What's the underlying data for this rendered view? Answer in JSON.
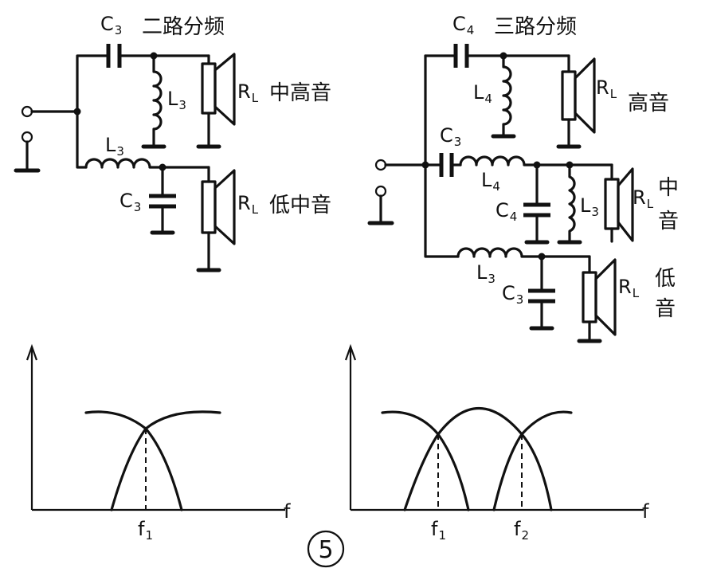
{
  "two_way": {
    "title_cap": "C",
    "title_cap_sub": "3",
    "title_text": "二路分频",
    "inductor_parallel": {
      "main": "L",
      "sub": "3"
    },
    "inductor_series": {
      "main": "L",
      "sub": "3"
    },
    "cap_shunt": {
      "main": "C",
      "sub": "3"
    },
    "load_high": {
      "main": "R",
      "sub": "L",
      "text": "中高音"
    },
    "load_low": {
      "main": "R",
      "sub": "L",
      "text": "低中音"
    }
  },
  "three_way": {
    "title_cap": "C",
    "title_cap_sub": "4",
    "title_text": "三路分频",
    "tweeter_inductor": {
      "main": "L",
      "sub": "4"
    },
    "tweeter_load": {
      "main": "R",
      "sub": "L",
      "text": "高音"
    },
    "mid_cap_series": {
      "main": "C",
      "sub": "3"
    },
    "mid_inductor_series": {
      "main": "L",
      "sub": "4"
    },
    "mid_cap_shunt": {
      "main": "C",
      "sub": "4"
    },
    "mid_inductor_shunt": {
      "main": "L",
      "sub": "3"
    },
    "mid_load": {
      "main": "R",
      "sub": "L",
      "text_1": "中",
      "text_2": "音"
    },
    "low_inductor": {
      "main": "L",
      "sub": "3"
    },
    "low_cap_shunt": {
      "main": "C",
      "sub": "3"
    },
    "low_load": {
      "main": "R",
      "sub": "L",
      "text_1": "低",
      "text_2": "音"
    }
  },
  "graphs": {
    "axis_label": "f",
    "left_marker": {
      "main": "f",
      "sub": "1"
    },
    "right_marker_1": {
      "main": "f",
      "sub": "1"
    },
    "right_marker_2": {
      "main": "f",
      "sub": "2"
    }
  },
  "figure_number": "5"
}
